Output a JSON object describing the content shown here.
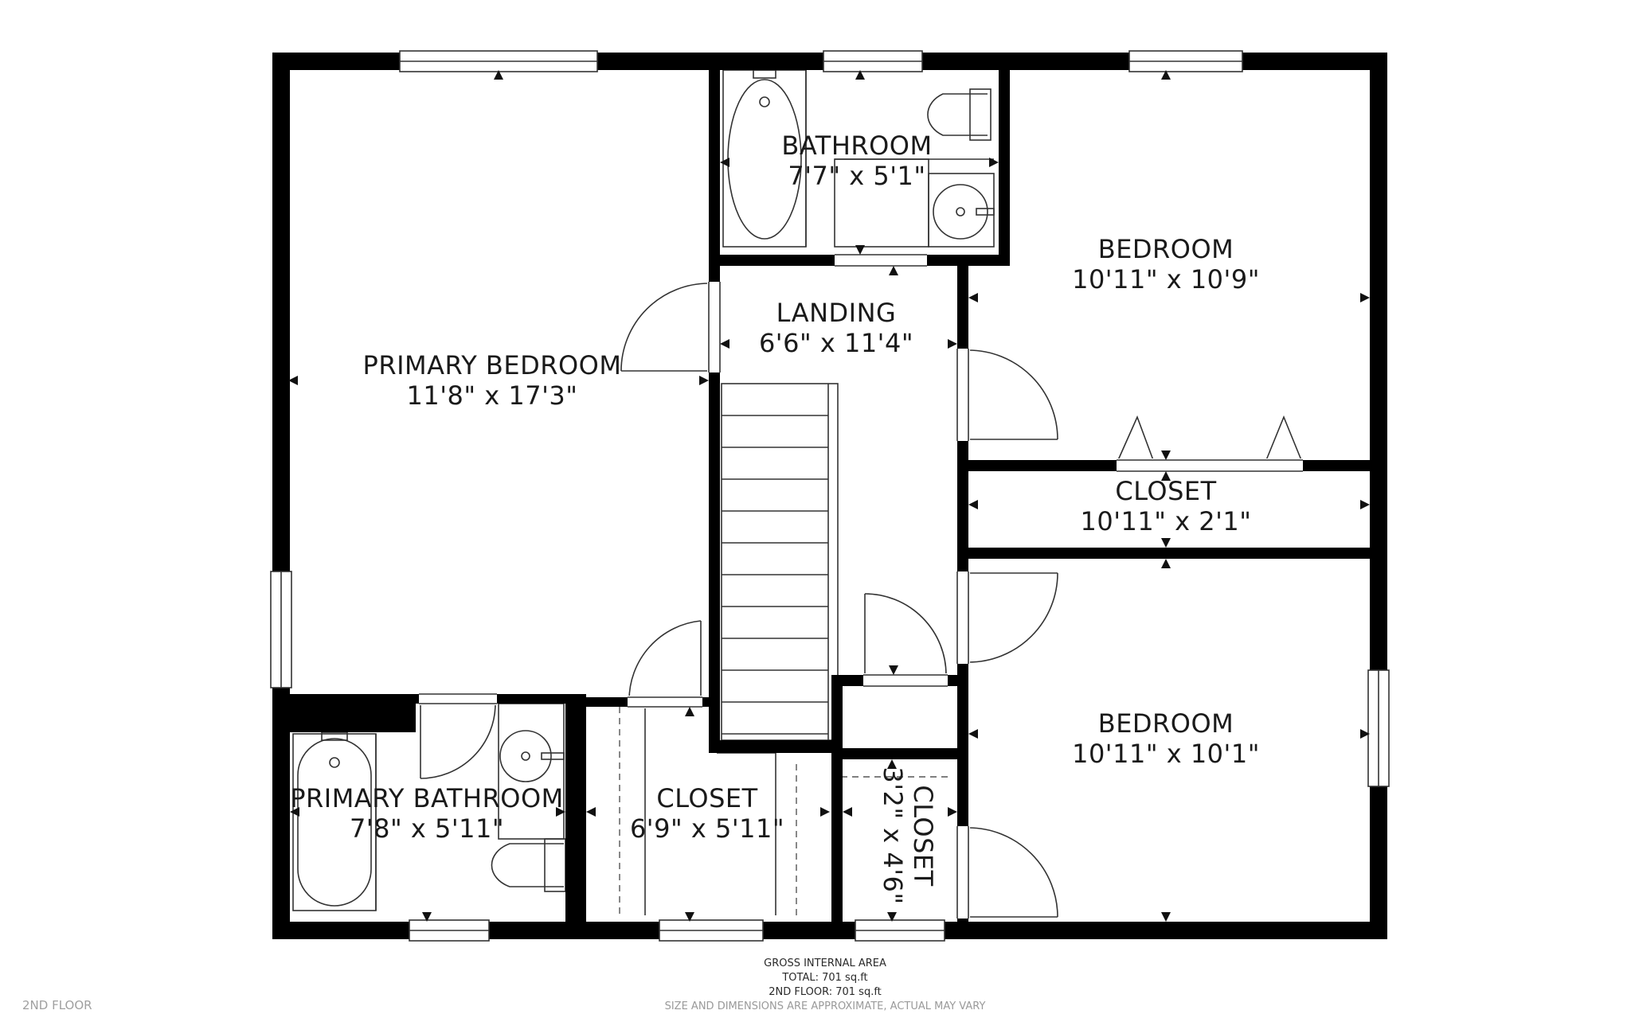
{
  "floor_label": "2ND FLOOR",
  "rooms": {
    "primary_bedroom": {
      "name": "PRIMARY BEDROOM",
      "dims": "11'8\" x 17'3\""
    },
    "bathroom": {
      "name": "BATHROOM",
      "dims": "7'7\" x 5'1\""
    },
    "landing": {
      "name": "LANDING",
      "dims": "6'6\" x 11'4\""
    },
    "bedroom_upper": {
      "name": "BEDROOM",
      "dims": "10'11\" x 10'9\""
    },
    "closet_wide": {
      "name": "CLOSET",
      "dims": "10'11\" x 2'1\""
    },
    "bedroom_lower": {
      "name": "BEDROOM",
      "dims": "10'11\" x 10'1\""
    },
    "primary_bathroom": {
      "name": "PRIMARY BATHROOM",
      "dims": "7'8\" x 5'11\""
    },
    "closet_mid": {
      "name": "CLOSET",
      "dims": "6'9\" x 5'11\""
    },
    "closet_small": {
      "name": "CLOSET",
      "dims": "3'2\" x 4'6\""
    }
  },
  "footer": {
    "line1": "GROSS INTERNAL AREA",
    "line2": "TOTAL: 701 sq.ft",
    "line3": "2ND FLOOR: 701 sq.ft",
    "line4": "SIZE AND DIMENSIONS ARE APPROXIMATE, ACTUAL MAY VARY"
  }
}
